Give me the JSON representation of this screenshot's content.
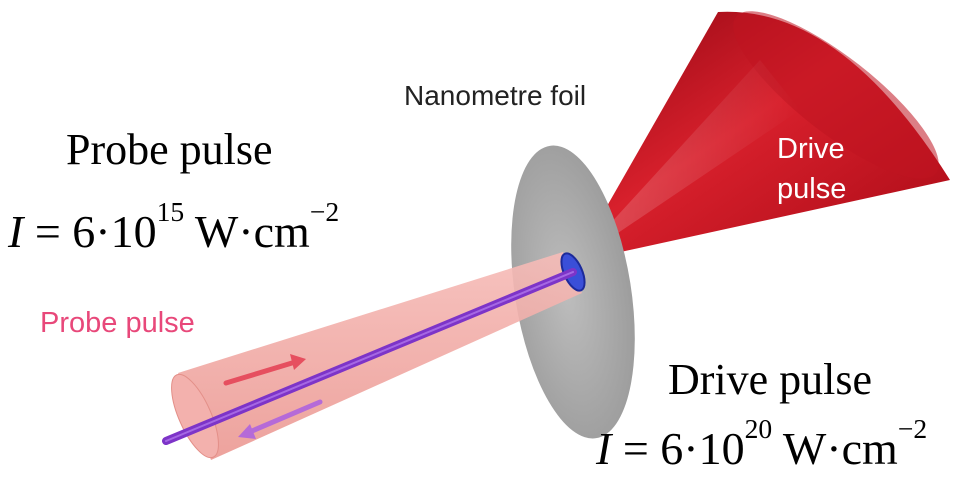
{
  "labels": {
    "nanometre_foil": "Nanometre foil",
    "drive_pulse_inner": "Drive",
    "drive_pulse_inner_2": "pulse",
    "probe_pulse_title": "Probe pulse",
    "probe_pulse_label": "Probe pulse",
    "drive_pulse_title": "Drive pulse"
  },
  "probe_intensity": {
    "symbol": "I",
    "equals": "= 6·10",
    "exponent": "15",
    "units": "W·cm",
    "units_exponent": "−2"
  },
  "drive_intensity": {
    "symbol": "I",
    "equals": "= 6·10",
    "exponent": "20",
    "units": "W·cm",
    "units_exponent": "−2"
  },
  "colors": {
    "drive_cone": "#c8101e",
    "probe_cone": "#f2a7a3",
    "probe_label": "#e8487a",
    "foil": "#a8a8a8",
    "beam": "#8a3fd0"
  }
}
